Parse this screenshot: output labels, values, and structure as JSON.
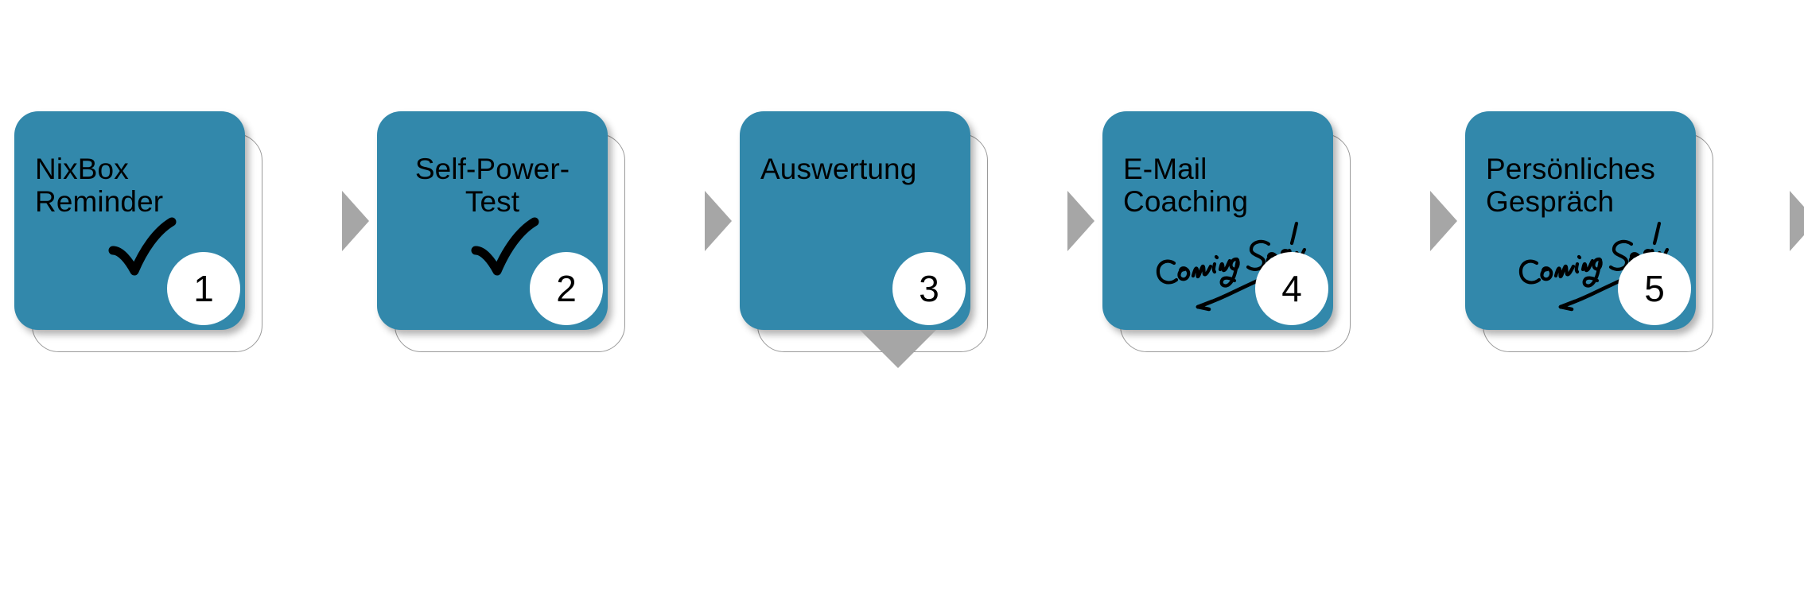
{
  "diagram": {
    "title": "",
    "accent_color": "#3288AB",
    "arrow_color": "#A6A6A6",
    "badge_text_color": "#000000",
    "steps": [
      {
        "number": "1",
        "label": "NixBox\nReminder",
        "label_line1": "NixBox",
        "label_line2": "Reminder",
        "align": "left",
        "status": "done",
        "status_icon": "checkmark-icon",
        "note": ""
      },
      {
        "number": "2",
        "label": "Self-Power-\nTest",
        "label_line1": "Self-Power-",
        "label_line2": "Test",
        "align": "center",
        "status": "done",
        "status_icon": "checkmark-icon",
        "note": ""
      },
      {
        "number": "3",
        "label": "Auswertung",
        "label_line1": "Auswertung",
        "label_line2": "",
        "align": "left",
        "status": "current",
        "status_icon": "",
        "note": ""
      },
      {
        "number": "4",
        "label": "E-Mail Coaching",
        "label_line1": "E-Mail Coaching",
        "label_line2": "",
        "align": "left",
        "status": "upcoming",
        "status_icon": "coming-soon-icon",
        "note": "Coming Soon!"
      },
      {
        "number": "5",
        "label": "Persönliches\nGespräch",
        "label_line1": "Persönliches",
        "label_line2": "Gespräch",
        "align": "left",
        "status": "upcoming",
        "status_icon": "coming-soon-icon",
        "note": "Coming Soon!"
      }
    ],
    "connectors": [
      {
        "from": "1",
        "to": "2",
        "direction": "right"
      },
      {
        "from": "2",
        "to": "3",
        "direction": "right"
      },
      {
        "from": "3",
        "to": "4",
        "direction": "right"
      },
      {
        "from": "3",
        "to": "",
        "direction": "down"
      },
      {
        "from": "4",
        "to": "5",
        "direction": "right"
      },
      {
        "from": "5",
        "to": "",
        "direction": "right"
      }
    ]
  }
}
